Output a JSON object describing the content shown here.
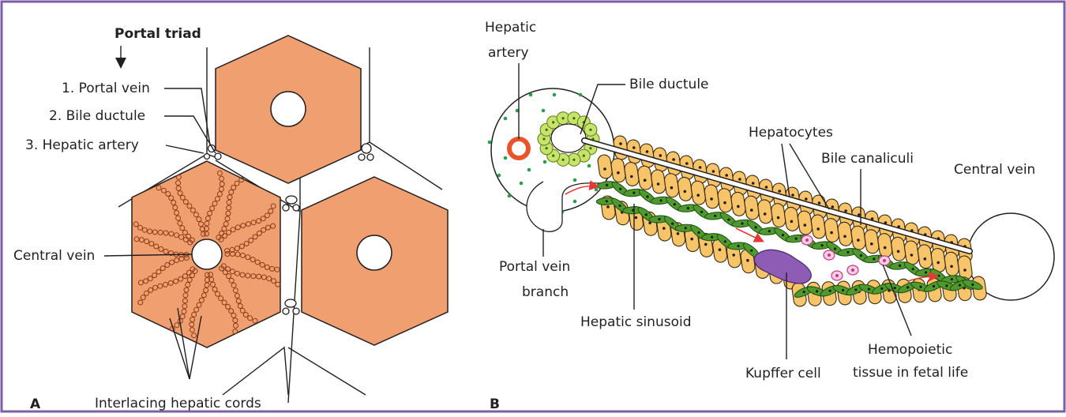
{
  "panel_a": {
    "letter": "A",
    "portal_triad_title": "Portal triad",
    "labels": {
      "portal_vein": "1. Portal vein",
      "bile_ductule": "2. Bile ductule",
      "hepatic_artery": "3. Hepatic artery",
      "central_vein": "Central vein",
      "hepatic_cords": "Interlacing hepatic cords"
    }
  },
  "panel_b": {
    "letter": "B",
    "labels": {
      "hepatic_artery_1": "Hepatic",
      "hepatic_artery_2": "artery",
      "bile_ductule": "Bile ductule",
      "hepatocytes": "Hepatocytes",
      "bile_canaliculi": "Bile canaliculi",
      "central_vein": "Central vein",
      "portal_vein_1": "Portal vein",
      "portal_vein_2": "branch",
      "hepatic_sinusoid": "Hepatic sinusoid",
      "kupffer_cell": "Kupffer cell",
      "hemopoietic_1": "Hemopoietic",
      "hemopoietic_2": "tissue in fetal life"
    }
  },
  "colors": {
    "frame": "#7b5ea7",
    "lobule_fill": "#f0a070",
    "hepatocyte": "#f7c469",
    "sinusoid": "#4e9a2e",
    "kupffer": "#8e5bb5",
    "artery": "#e8552b",
    "flow_arrow": "#e53935"
  }
}
